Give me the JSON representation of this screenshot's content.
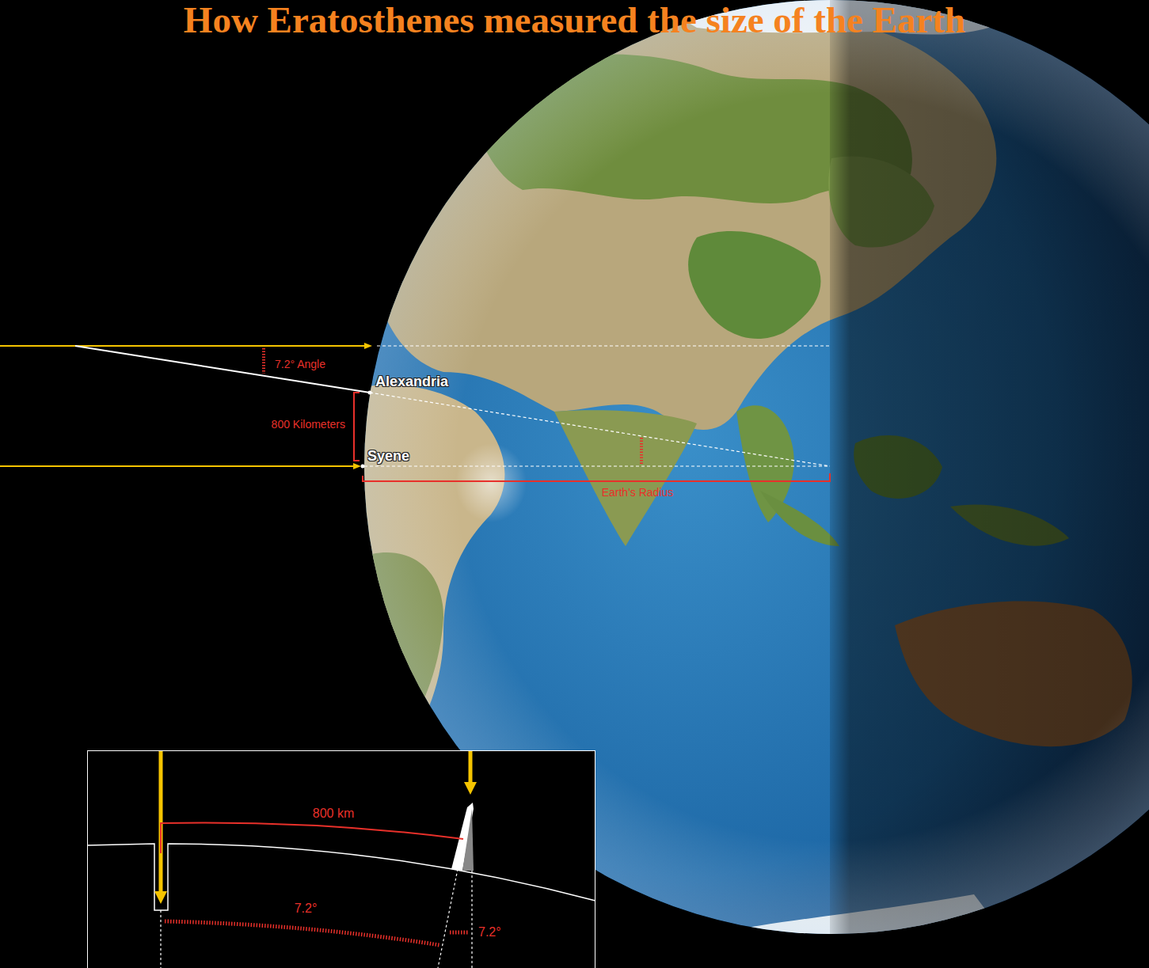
{
  "diagram": {
    "title": "How Eratosthenes measured the size of the Earth",
    "nodes": [
      {
        "text": [
          "800 km",
          "7.2°",
          "7.2°"
        ]
      }
    ],
    "labels": [
      "7.2° Angle",
      "Alexandria",
      "800 Kilometers",
      "Syene",
      "Earth's Radius"
    ]
  }
}
